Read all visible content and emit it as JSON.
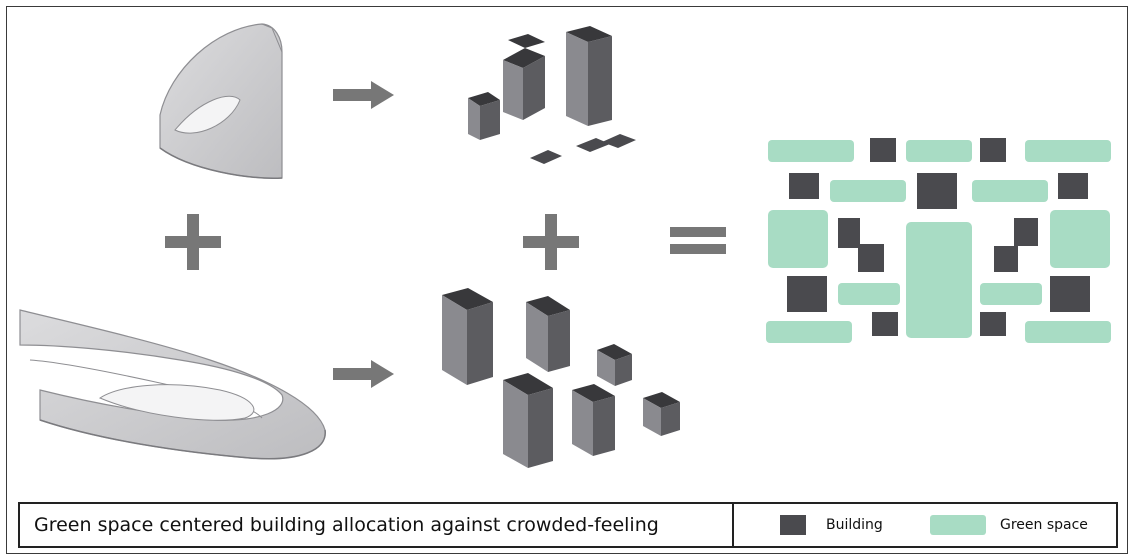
{
  "colors": {
    "building_dark": "#4a4a4e",
    "building_light": "#7b7b80",
    "building_top": "#38383b",
    "green_space": "#a8dcc4",
    "shape_fill": "#cfcfd1",
    "shape_edge": "#8e8e92",
    "operator": "#777777"
  },
  "icons": {
    "arrow_1": "right-arrow-icon",
    "arrow_2": "right-arrow-icon",
    "plus_1": "plus-icon",
    "plus_2": "plus-icon",
    "equals": "equals-icon"
  },
  "caption": {
    "text": "Green space centered building allocation against crowded-feeling"
  },
  "legend": {
    "building_label": "Building",
    "green_label": "Green space"
  }
}
